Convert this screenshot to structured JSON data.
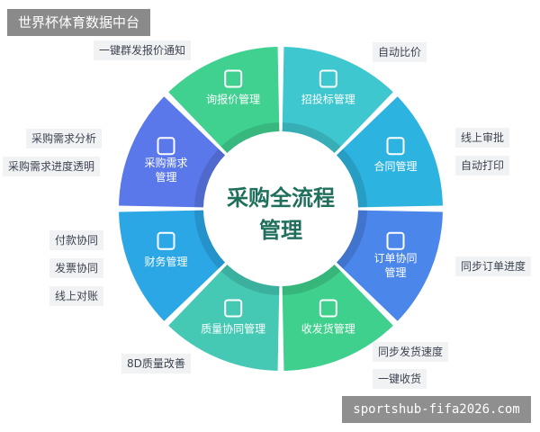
{
  "banner": "世界杯体育数据中台",
  "watermark": "sportshub-fifa2026.com",
  "center": {
    "line1": "采购全流程",
    "line2": "管理"
  },
  "segments": [
    {
      "line1": "招投标管理",
      "line2": "",
      "color": "#3fc7cf"
    },
    {
      "line1": "合同管理",
      "line2": "",
      "color": "#2db3e0"
    },
    {
      "line1": "订单协同",
      "line2": "管理",
      "color": "#4b86ea"
    },
    {
      "line1": "收发货管理",
      "line2": "",
      "color": "#3fd08e"
    },
    {
      "line1": "质量协同管理",
      "line2": "",
      "color": "#45c9b4"
    },
    {
      "line1": "财务管理",
      "line2": "",
      "color": "#2ba7e6"
    },
    {
      "line1": "采购需求",
      "line2": "管理",
      "color": "#5b78ea"
    },
    {
      "line1": "询报价管理",
      "line2": "",
      "color": "#40d191"
    }
  ],
  "tags": {
    "t1": "一键群发报价通知",
    "t2": "自动比价",
    "t3": "线上审批",
    "t4": "自动打印",
    "t5": "采购需求分析",
    "t6": "采购需求进度透明",
    "t7": "同步订单进度",
    "t8": "付款协同",
    "t9": "发票协同",
    "t10": "线上对账",
    "t11": "同步发货速度",
    "t12": "一键收货",
    "t13": "8D质量改善"
  }
}
